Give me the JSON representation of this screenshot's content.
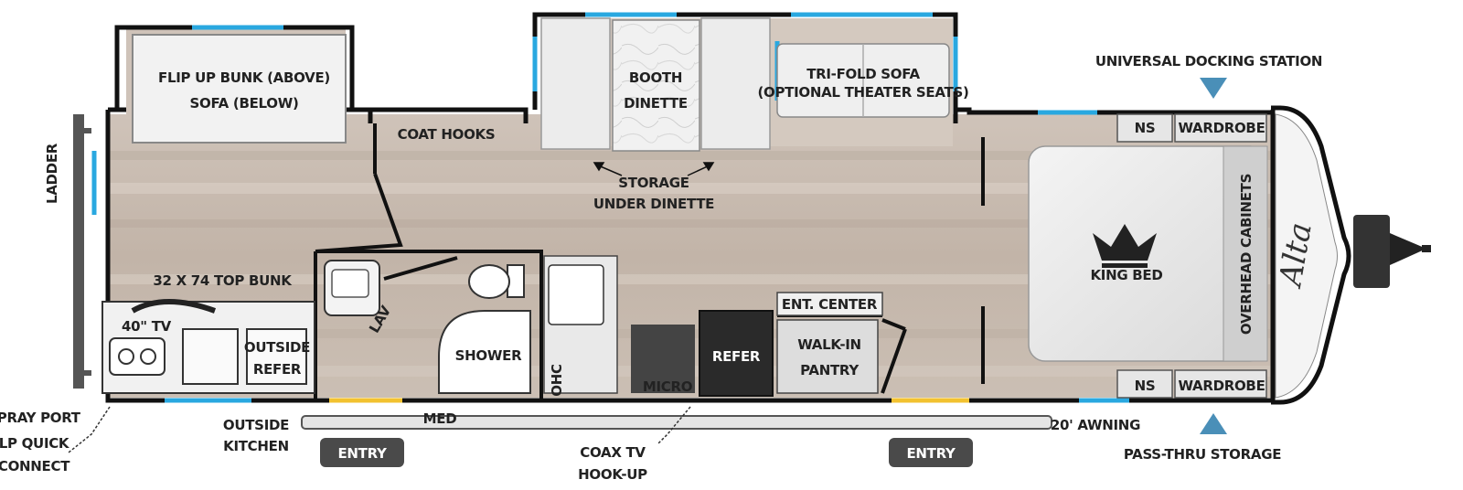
{
  "rooms": {
    "flip_bunk": [
      "FLIP UP BUNK (ABOVE)",
      "SOFA (BELOW)"
    ],
    "coat_hooks": "COAT HOOKS",
    "booth_dinette": [
      "BOOTH",
      "DINETTE"
    ],
    "tri_fold_sofa": [
      "TRI-FOLD SOFA",
      "(OPTIONAL THEATER SEATS)"
    ],
    "storage_under_dinette": [
      "STORAGE",
      "UNDER DINETTE"
    ],
    "top_bunk": "32 X 74 TOP BUNK",
    "tv": "40\" TV",
    "outside_refer": [
      "OUTSIDE",
      "REFER"
    ],
    "lav": "LAV",
    "shower": "SHOWER",
    "ohc": "OHC",
    "micro": "MICRO",
    "refer": "REFER",
    "ent_center": "ENT. CENTER",
    "walk_in_pantry": [
      "WALK-IN",
      "PANTRY"
    ],
    "king_bed": "KING BED",
    "overhead_cabinets": "OVERHEAD CABINETS",
    "ns_top": "NS",
    "ns_bottom": "NS",
    "wardrobe_top": "WARDROBE",
    "wardrobe_bottom": "WARDROBE",
    "logo_text": "Alta"
  },
  "callouts": {
    "universal_docking_station": "UNIVERSAL DOCKING STATION",
    "pass_thru_storage": "PASS-THRU STORAGE",
    "ladder": "LADDER",
    "spray_port": "SPRAY PORT",
    "lp_quick_connect": [
      "LP QUICK",
      "CONNECT"
    ],
    "outside_kitchen": [
      "OUTSIDE",
      "KITCHEN"
    ],
    "med": "MED",
    "coax_tv_hookup": [
      "COAX TV",
      "HOOK-UP"
    ],
    "awning": "20' AWNING"
  },
  "buttons": {
    "entry_left": "ENTRY",
    "entry_right": "ENTRY"
  },
  "colors": {
    "wall": "#111111",
    "window": "#29a8e0",
    "floor": "#c9bcb2",
    "door_step": "#f2c230",
    "entry_badge": "#4a4a4a",
    "arrow": "#4a8fb8"
  }
}
